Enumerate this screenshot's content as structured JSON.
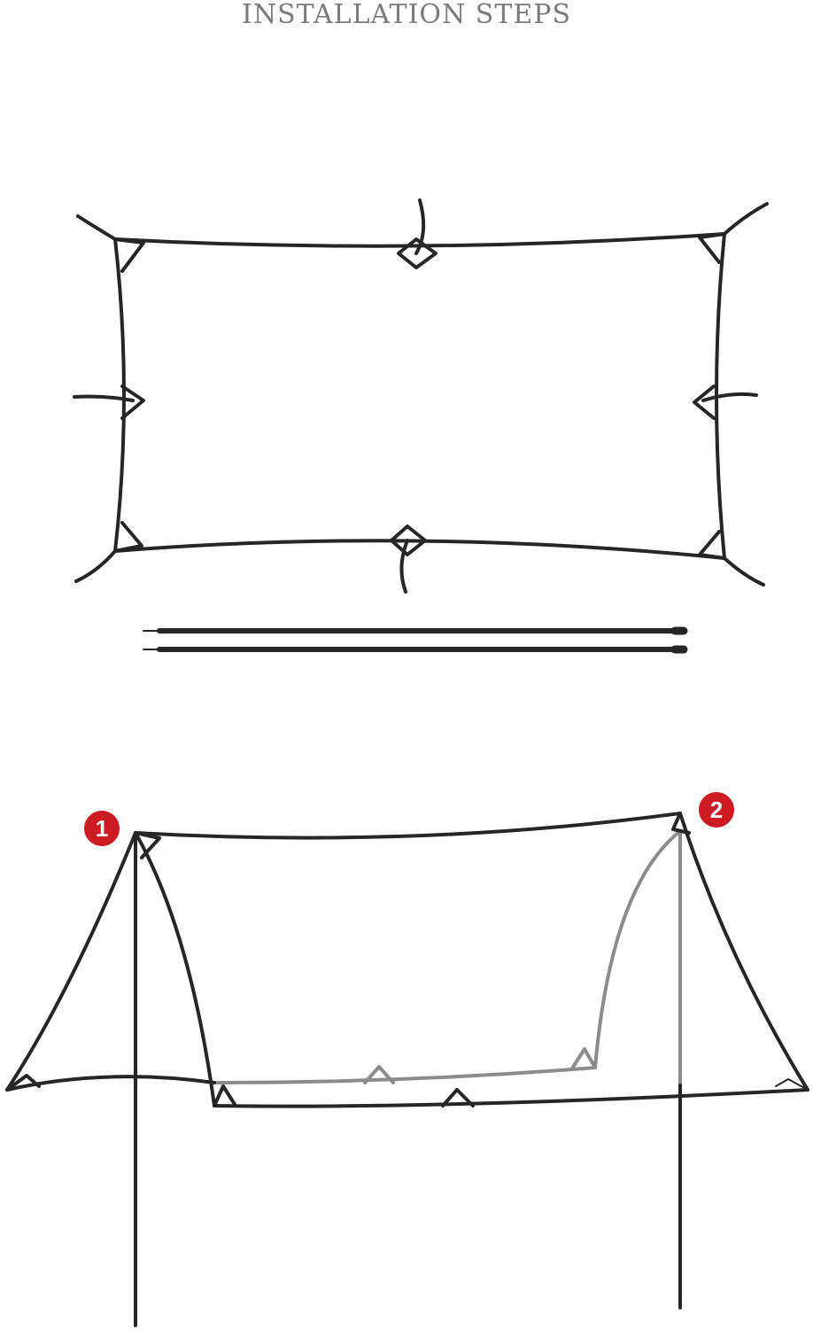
{
  "header": {
    "title": "INSTALLATION STEPS"
  },
  "step_markers": [
    {
      "label": "1"
    },
    {
      "label": "2"
    }
  ],
  "colors": {
    "line": "#262626",
    "faint_line": "#8c8c8c",
    "marker": "#cc1b22",
    "title": "#7a7a7a"
  }
}
